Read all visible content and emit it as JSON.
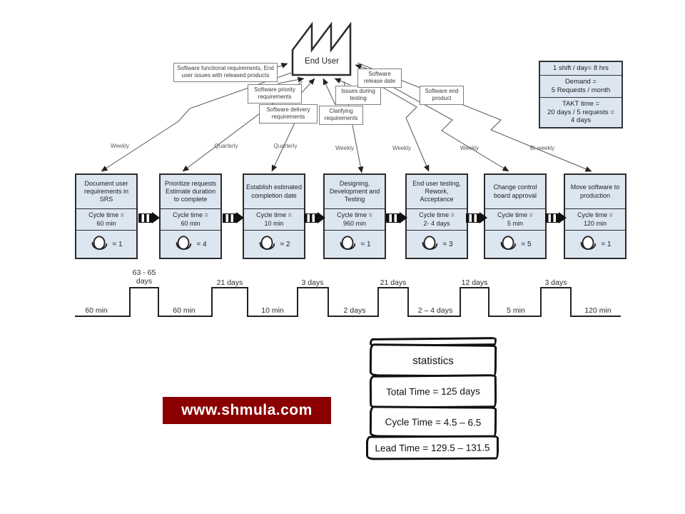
{
  "end_user": {
    "label": "End User"
  },
  "info_box": {
    "rows": [
      [
        "1 shift  /  day= 8 hrs"
      ],
      [
        "Demand =",
        "5 Requests / month"
      ],
      [
        "TAKT time =",
        "20 days / 5 requests =",
        "4 days"
      ]
    ]
  },
  "com_labels": [
    "Software functional requirements, End user issues with released products",
    "Software priority requirements",
    "Software delivery requirements",
    "Clarifying requirements",
    "Issues during testing",
    "Software release date",
    "Software end product"
  ],
  "frequencies": [
    "Weekly",
    "Quarterly",
    "Quarterly",
    "Weekly",
    "Weekly",
    "Weekly",
    "Bi-weekly"
  ],
  "processes": [
    {
      "title": "Document user requirements in SRS",
      "cycle_label": "Cycle time =",
      "cycle_value": "60 min",
      "operators": "= 1"
    },
    {
      "title": "Prioritize requests Estimate  duration to complete",
      "cycle_label": "Cycle time =",
      "cycle_value": "60 min",
      "operators": "= 4"
    },
    {
      "title": "Establish estimated completion date",
      "cycle_label": "Cycle time =",
      "cycle_value": "10 min",
      "operators": "= 2"
    },
    {
      "title": "Designing, Development and Testing",
      "cycle_label": "Cycle time =",
      "cycle_value": "960 min",
      "operators": "= 1"
    },
    {
      "title": "End user testing, Rework, Acceptance",
      "cycle_label": "Cycle time =",
      "cycle_value": "2- 4 days",
      "operators": "= 3"
    },
    {
      "title": "Change control board approval",
      "cycle_label": "Cycle time =",
      "cycle_value": "5 min",
      "operators": "= 5"
    },
    {
      "title": "Move software to production",
      "cycle_label": "Cycle time =",
      "cycle_value": "120 min",
      "operators": "= 1"
    }
  ],
  "timeline": {
    "valleys": [
      "60 min",
      "60 min",
      "10 min",
      "2 days",
      "2 – 4 days",
      "5 min",
      "120 min"
    ],
    "peaks": [
      {
        "l1": "63 - 65",
        "l2": "days"
      },
      {
        "l1": "21 days"
      },
      {
        "l1": "3 days"
      },
      {
        "l1": "21 days"
      },
      {
        "l1": "12 days"
      },
      {
        "l1": "3 days"
      }
    ]
  },
  "statistics": {
    "title": "statistics",
    "rows": [
      "Total Time = 125 days",
      "Cycle Time = 4.5 – 6.5",
      "Lead Time = 129.5 – 131.5"
    ]
  },
  "watermark": {
    "text": "www.shmula.com",
    "bg_color": "#8b0000"
  },
  "colors": {
    "process_fill": "#dce6f1",
    "box_border": "#2b2b2b",
    "line": "#555555",
    "sketch": "#111111"
  }
}
